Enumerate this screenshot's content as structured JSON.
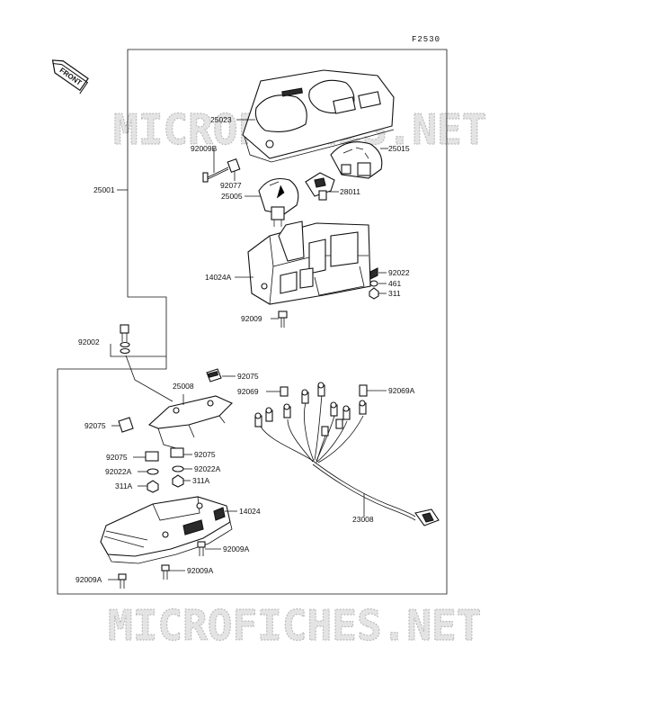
{
  "diagram_code": "F2530",
  "front_label": "FRONT",
  "watermark": "MICROFICHES.NET",
  "parts": {
    "p25001": "25001",
    "p25023": "25023",
    "p25015": "25015",
    "p92009B": "92009B",
    "p92077": "92077",
    "p25005": "25005",
    "p28011": "28011",
    "p14024A": "14024A",
    "p92022": "92022",
    "p461": "461",
    "p311": "311",
    "p92009": "92009",
    "p92002": "92002",
    "p92075a": "92075",
    "p25008": "25008",
    "p92069": "92069",
    "p92069A": "92069A",
    "p92075b": "92075",
    "p92075c": "92075",
    "p92022A_l": "92022A",
    "p92022A_r": "92022A",
    "p311A_l": "311A",
    "p311A_r": "311A",
    "p14024": "14024",
    "p23008": "23008",
    "p92009A_a": "92009A",
    "p92009A_b": "92009A",
    "p92009A_c": "92009A"
  }
}
